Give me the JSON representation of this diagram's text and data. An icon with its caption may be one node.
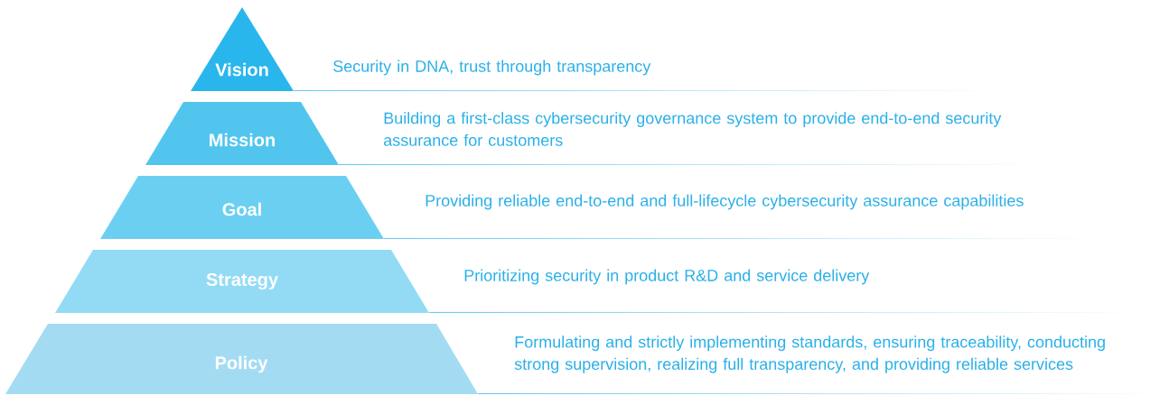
{
  "diagram": {
    "nodes": [
      {
        "text": [
          "Vision"
        ],
        "beside": [
          "Security in DNA, trust through transparency"
        ]
      },
      {
        "text": [
          "Mission"
        ],
        "beside": [
          "Building a first-class cybersecurity governance system to provide end-to-end security assurance for customers"
        ]
      },
      {
        "text": [
          "Goal"
        ],
        "beside": [
          "Providing reliable end-to-end and full-lifecycle cybersecurity assurance capabilities"
        ]
      },
      {
        "text": [
          "Strategy"
        ],
        "beside": [
          "Prioritizing security in product R&D and service delivery"
        ]
      },
      {
        "text": [
          "Policy"
        ],
        "beside": [
          "Formulating and strictly implementing standards, ensuring traceability, conducting strong supervision, realizing full transparency, and providing reliable services"
        ]
      }
    ]
  }
}
